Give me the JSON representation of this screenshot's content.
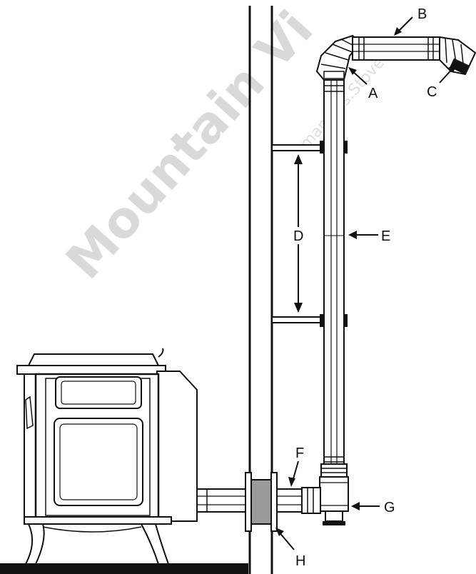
{
  "labels": {
    "a": "A",
    "b": "B",
    "c": "C",
    "d": "D",
    "e": "E",
    "f": "F",
    "g": "G",
    "h": "H"
  },
  "watermark": {
    "main": "Mountain Vi",
    "sub": "manuals.Stove"
  },
  "colors": {
    "line": "#111111",
    "thimble_fill": "#9a9a9a",
    "band_fill": "#111111",
    "watermark": "#d9d9d9"
  }
}
